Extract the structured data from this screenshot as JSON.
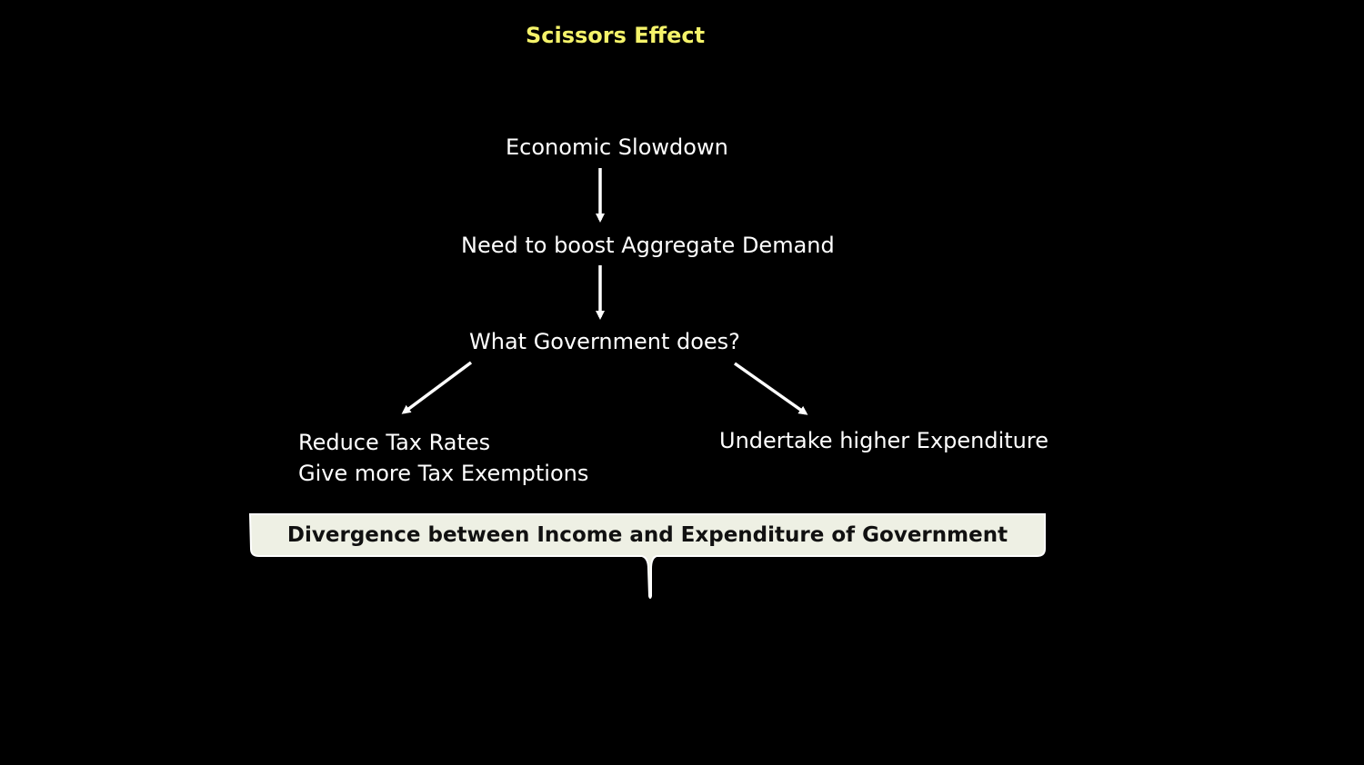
{
  "title": "Scissors Effect",
  "colors": {
    "background": "#000000",
    "title": "#f5f36a",
    "text": "#ffffff",
    "brace_fill": "#eef0e4",
    "brace_text": "#111111"
  },
  "nodes": {
    "slowdown": "Economic Slowdown",
    "boost": "Need to boost Aggregate Demand",
    "government": "What Government does?",
    "tax_line1": "Reduce Tax Rates",
    "tax_line2": "Give more Tax Exemptions",
    "expenditure": "Undertake higher Expenditure"
  },
  "brace": {
    "label": "Divergence between Income and Expenditure of Government"
  }
}
